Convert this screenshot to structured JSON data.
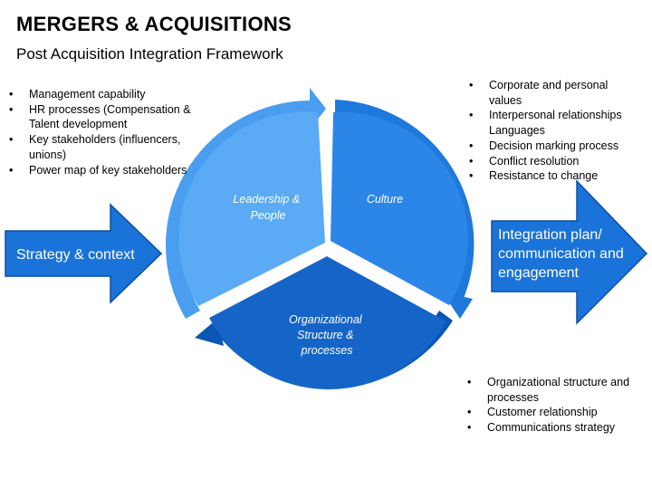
{
  "header": {
    "title": "MERGERS & ACQUISITIONS",
    "subtitle": "Post Acquisition Integration Framework"
  },
  "colors": {
    "light_blue": "#5aaaf5",
    "mid_blue": "#2b86e8",
    "dark_blue": "#1565c8",
    "darkest_blue": "#0a4ea6",
    "arrow_blue": "#1a73d9",
    "arrow_border": "#0d4e9e"
  },
  "left_arrow": {
    "label": "Strategy & context"
  },
  "right_arrow": {
    "lines": [
      "Integration plan/",
      "communication and",
      "engagement"
    ]
  },
  "segments": {
    "leadership": {
      "lines": [
        "Leadership &",
        "People"
      ]
    },
    "culture": {
      "lines": [
        "Culture"
      ]
    },
    "organizational": {
      "lines": [
        "Organizational",
        "Structure &",
        "processes"
      ]
    }
  },
  "bullets_left": [
    "Management capability",
    "HR processes (Compensation & Talent development",
    "Key stakeholders (influencers, unions)",
    "Power map of key stakeholders"
  ],
  "bullets_right_top": [
    "Corporate and personal values",
    "Interpersonal relationships Languages",
    "Decision marking process",
    "Conflict resolution",
    "Resistance to change"
  ],
  "bullets_right_bottom": [
    "Organizational structure and processes",
    "Customer relationship",
    "Communications strategy"
  ]
}
